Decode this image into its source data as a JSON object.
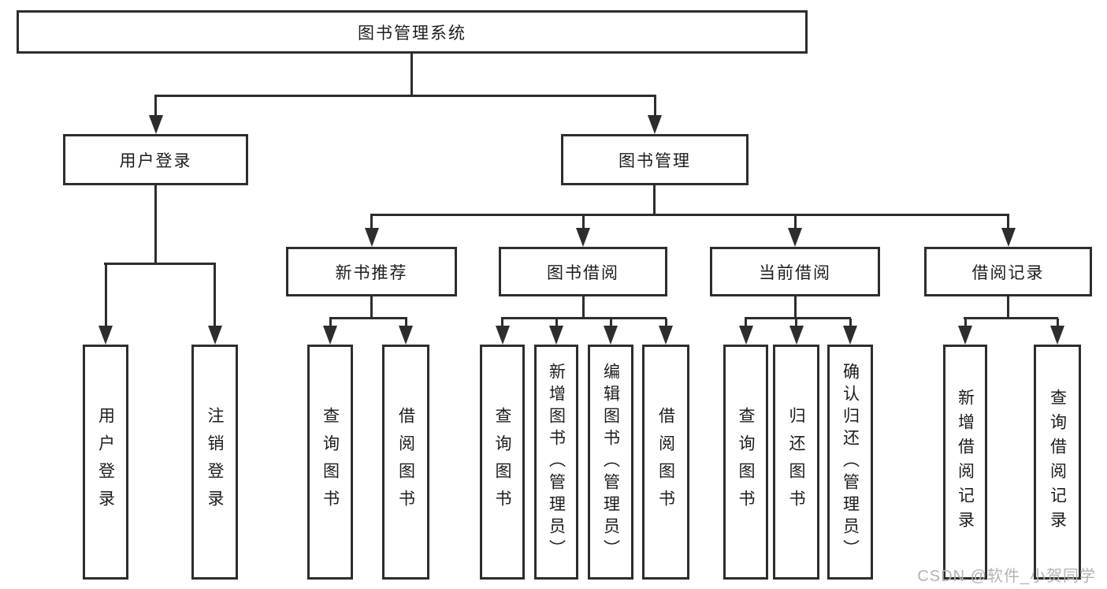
{
  "diagram": {
    "root": {
      "label": "图书管理系统"
    },
    "level2": [
      {
        "label": "用户登录"
      },
      {
        "label": "图书管理"
      }
    ],
    "level3": [
      {
        "label": "新书推荐"
      },
      {
        "label": "图书借阅"
      },
      {
        "label": "当前借阅"
      },
      {
        "label": "借阅记录"
      }
    ],
    "leaves": {
      "user_login": [
        {
          "label": "用户登录"
        },
        {
          "label": "注销登录"
        }
      ],
      "new_book_recommend": [
        {
          "label": "查询图书"
        },
        {
          "label": "借阅图书"
        }
      ],
      "book_borrowing": [
        {
          "label": "查询图书"
        },
        {
          "label": "新增图书（管理员）"
        },
        {
          "label": "编辑图书（管理员）"
        },
        {
          "label": "借阅图书"
        }
      ],
      "current_borrowing": [
        {
          "label": "查询图书"
        },
        {
          "label": "归还图书"
        },
        {
          "label": "确认归还（管理员）"
        }
      ],
      "borrow_records": [
        {
          "label": "新增借阅记录"
        },
        {
          "label": "查询借阅记录"
        }
      ]
    }
  },
  "watermark": {
    "text": "CSDN @软件_小贺同学"
  },
  "colors": {
    "line": "#2d2d2d",
    "text": "#1c1c1c",
    "watermark": "#b0b4b9",
    "background": "#ffffff"
  }
}
